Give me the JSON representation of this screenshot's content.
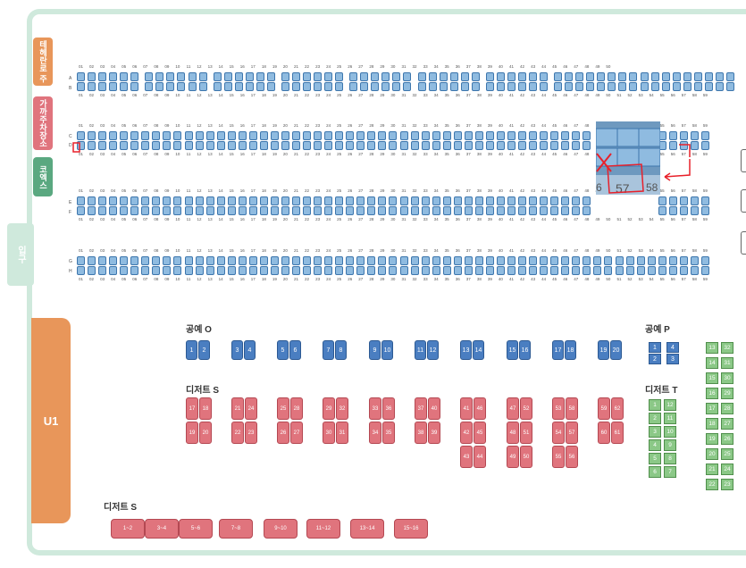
{
  "labels": {
    "tab_top": "테헤란로 주",
    "tab_mid": "가까주차장소",
    "tab_bot": "코엑스",
    "entrance": "입구",
    "u1": "U1",
    "row_a": "A",
    "row_b": "B",
    "row_c": "C",
    "row_d": "D",
    "row_e": "E",
    "row_f": "F",
    "row_g": "G",
    "row_h": "H",
    "zoom_left": "6",
    "zoom_mid": "57",
    "zoom_right": "58"
  },
  "sections": {
    "gongye_o": {
      "title": "공예 O",
      "pairs": [
        [
          "1",
          "2"
        ],
        [
          "3",
          "4"
        ],
        [
          "5",
          "6"
        ],
        [
          "7",
          "8"
        ],
        [
          "9",
          "10"
        ],
        [
          "11",
          "12"
        ],
        [
          "13",
          "14"
        ],
        [
          "15",
          "16"
        ],
        [
          "17",
          "18"
        ],
        [
          "19",
          "20"
        ]
      ]
    },
    "gongye_p": {
      "title": "공예 P",
      "cells": [
        "1",
        "4",
        "2",
        "3"
      ]
    },
    "dessert_s_top": {
      "title": "디저트 S"
    },
    "dessert_t": {
      "title": "디저트 T",
      "left": [
        "1",
        "12",
        "2",
        "11",
        "3",
        "10",
        "4",
        "9",
        "5",
        "8",
        "6",
        "7"
      ],
      "right": [
        "13",
        "32",
        "14",
        "31",
        "15",
        "30",
        "16",
        "29",
        "17",
        "28",
        "18",
        "27",
        "19",
        "26",
        "20",
        "25",
        "21",
        "24",
        "22",
        "23"
      ]
    },
    "dessert_s_bottom": {
      "title": "디저트 S",
      "items": [
        "1~2",
        "3~4",
        "5~6",
        "7~8",
        "9~10",
        "11~12",
        "13~14",
        "15~16"
      ]
    }
  },
  "dessert_blocks": [
    {
      "top": [
        "17",
        "18"
      ],
      "mid": [
        "19",
        "20"
      ],
      "bot": []
    },
    {
      "top": [
        "21",
        "24"
      ],
      "mid": [
        "22",
        "23"
      ],
      "bot": []
    },
    {
      "top": [
        "25",
        "28"
      ],
      "mid": [
        "26",
        "27"
      ],
      "bot": []
    },
    {
      "top": [
        "29",
        "32"
      ],
      "mid": [
        "30",
        "31"
      ],
      "bot": []
    },
    {
      "top": [
        "33",
        "36"
      ],
      "mid": [
        "34",
        "35"
      ],
      "bot": []
    },
    {
      "top": [
        "37",
        "40"
      ],
      "mid": [
        "38",
        "39"
      ],
      "bot": []
    },
    {
      "top": [
        "41",
        "46"
      ],
      "mid": [
        "42",
        "45"
      ],
      "bot": [
        "43",
        "44"
      ]
    },
    {
      "top": [
        "47",
        "52"
      ],
      "mid": [
        "48",
        "51"
      ],
      "bot": [
        "49",
        "50"
      ]
    },
    {
      "top": [
        "53",
        "58"
      ],
      "mid": [
        "54",
        "57"
      ],
      "bot": [
        "55",
        "56"
      ]
    },
    {
      "top": [
        "59",
        "62"
      ],
      "mid": [
        "60",
        "61"
      ],
      "bot": []
    }
  ],
  "seat_numbers": {
    "row_a_top": [
      "01",
      "02",
      "03",
      "04",
      "05",
      "06",
      "07",
      "08",
      "09",
      "10",
      "11",
      "12",
      "13",
      "14",
      "15",
      "16",
      "17",
      "18",
      "19",
      "20",
      "21",
      "22",
      "23",
      "24",
      "25",
      "26",
      "27",
      "28",
      "29",
      "30",
      "31",
      "32",
      "33",
      "34",
      "35",
      "36",
      "37",
      "38",
      "39",
      "40",
      "41",
      "42",
      "43",
      "44",
      "45",
      "46",
      "47",
      "48",
      "49",
      "50"
    ],
    "full_59": [
      "01",
      "02",
      "03",
      "04",
      "05",
      "06",
      "07",
      "08",
      "09",
      "10",
      "11",
      "12",
      "13",
      "14",
      "15",
      "16",
      "17",
      "18",
      "19",
      "20",
      "21",
      "22",
      "23",
      "24",
      "25",
      "26",
      "27",
      "28",
      "29",
      "30",
      "31",
      "32",
      "33",
      "34",
      "35",
      "36",
      "37",
      "38",
      "39",
      "40",
      "41",
      "42",
      "43",
      "44",
      "45",
      "46",
      "47",
      "48",
      "49",
      "50",
      "51",
      "52",
      "53",
      "54",
      "55",
      "56",
      "57",
      "58",
      "59"
    ],
    "c_top": [
      "01",
      "02",
      "03",
      "04",
      "05",
      "06",
      "07",
      "08",
      "09",
      "10",
      "11",
      "12",
      "13",
      "14",
      "15",
      "16",
      "17",
      "18",
      "19",
      "20",
      "21",
      "22",
      "23",
      "24",
      "25",
      "26",
      "27",
      "28",
      "29",
      "30",
      "31",
      "32",
      "33",
      "34",
      "35",
      "36",
      "37",
      "38",
      "39",
      "40",
      "41",
      "42",
      "43",
      "44",
      "45",
      "46",
      "47",
      "48",
      "55",
      "56",
      "57",
      "58",
      "59"
    ],
    "d_bot": [
      "01",
      "02",
      "03",
      "04",
      "05",
      "06",
      "07",
      "08",
      "09",
      "10",
      "11",
      "12",
      "13",
      "14",
      "15",
      "16",
      "17",
      "18",
      "19",
      "20",
      "21",
      "22",
      "23",
      "24",
      "25",
      "26",
      "27",
      "28",
      "29",
      "30",
      "31",
      "32",
      "33",
      "34",
      "35",
      "36",
      "37",
      "38",
      "39",
      "40",
      "41",
      "42",
      "43",
      "44",
      "45",
      "46",
      "47",
      "48",
      "55",
      "56",
      "57",
      "58",
      "59"
    ]
  },
  "colors": {
    "seat": "#8fbbe0",
    "seat_border": "#3d76ad",
    "blue": "#4a7ec1",
    "pink": "#e0747d",
    "green": "#8bc887",
    "orange": "#e8965a",
    "frame": "#cfe9dc",
    "marker": "#e8202a"
  }
}
